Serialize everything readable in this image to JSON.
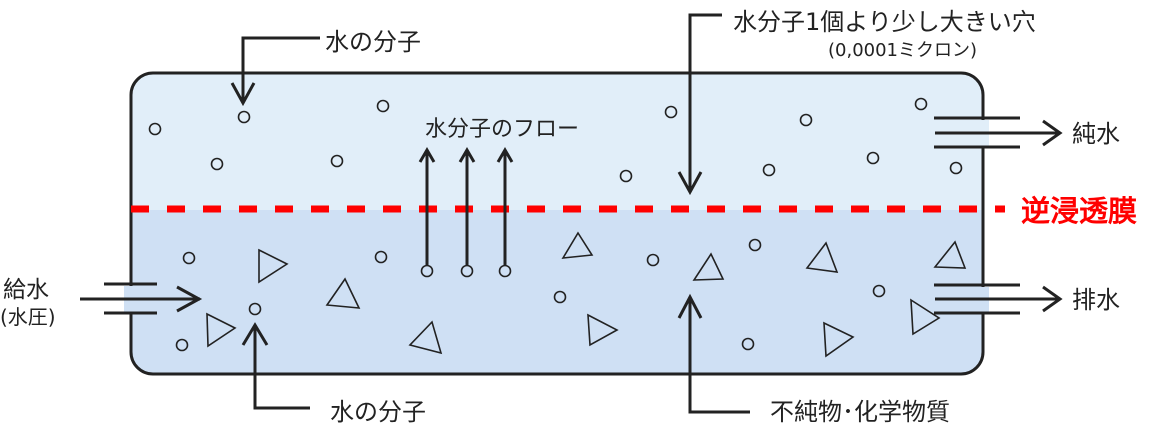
{
  "labels": {
    "water_molecule_top": "水の分子",
    "hole_size": "水分子1個より少し大きい穴",
    "hole_size_note": "(0,0001ミクロン)",
    "water_flow": "水分子のフロー",
    "pure_water": "純水",
    "membrane": "逆浸透膜",
    "drain": "排水",
    "feed": "給水",
    "feed_note": "(水圧)",
    "water_molecule_bottom": "水の分子",
    "impurities": "不純物･化学物質"
  },
  "colors": {
    "permeate_side": "#e1eef9",
    "feed_side": "#cfe0f4",
    "membrane": "#ff0000",
    "outline": "#222222"
  }
}
